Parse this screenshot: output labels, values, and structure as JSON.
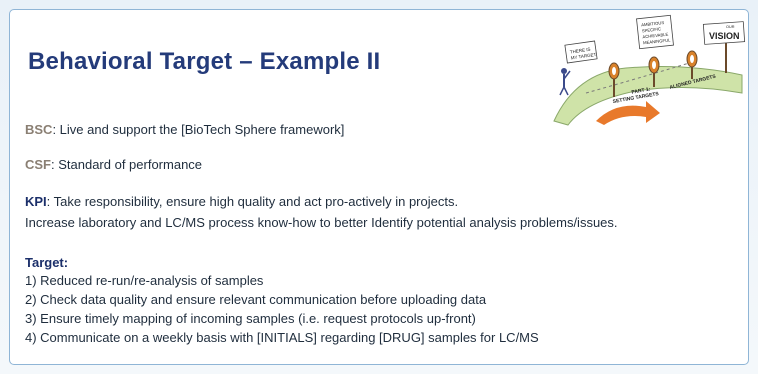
{
  "title": "Behavioral Target – Example II",
  "bsc": {
    "label": "BSC",
    "text": ": Live and support the [BioTech Sphere framework]"
  },
  "csf": {
    "label": "CSF",
    "text": ": Standard of performance"
  },
  "kpi": {
    "label": "KPI",
    "text": ": Take responsibility, ensure high quality and act pro-actively in projects.",
    "line2": "Increase laboratory and LC/MS process know-how to better Identify potential analysis problems/issues."
  },
  "target": {
    "label": "Target:",
    "items": [
      "1) Reduced re-run/re-analysis of samples",
      "2) Check data quality and ensure relevant communication before uploading data",
      "3) Ensure timely mapping of incoming samples (i.e. request protocols up-front)",
      "4)  Communicate on a weekly basis with [INITIALS] regarding [DRUG] samples for LC/MS"
    ]
  },
  "illustration": {
    "sign_vision": "VISION",
    "sign_our": "OUR",
    "sign_ambitious": "AMBITIOUS",
    "sign_specific": "SPECIFIC",
    "sign_achievable": "ACHIEVABLE",
    "sign_meaningful": "MEANINGFUL",
    "sign_there_is": "THERE IS",
    "sign_my_target": "MY TARGET",
    "banner_part": "PART 1:",
    "banner_setting": "SETTING TARGETS",
    "banner_aligned": "ALIGNED TARGETS"
  },
  "colors": {
    "title": "#243b7a",
    "label_gray": "#8a7f73",
    "label_navy": "#1b2f6a",
    "border": "#8fb5d6",
    "arrow": "#e8792b"
  }
}
